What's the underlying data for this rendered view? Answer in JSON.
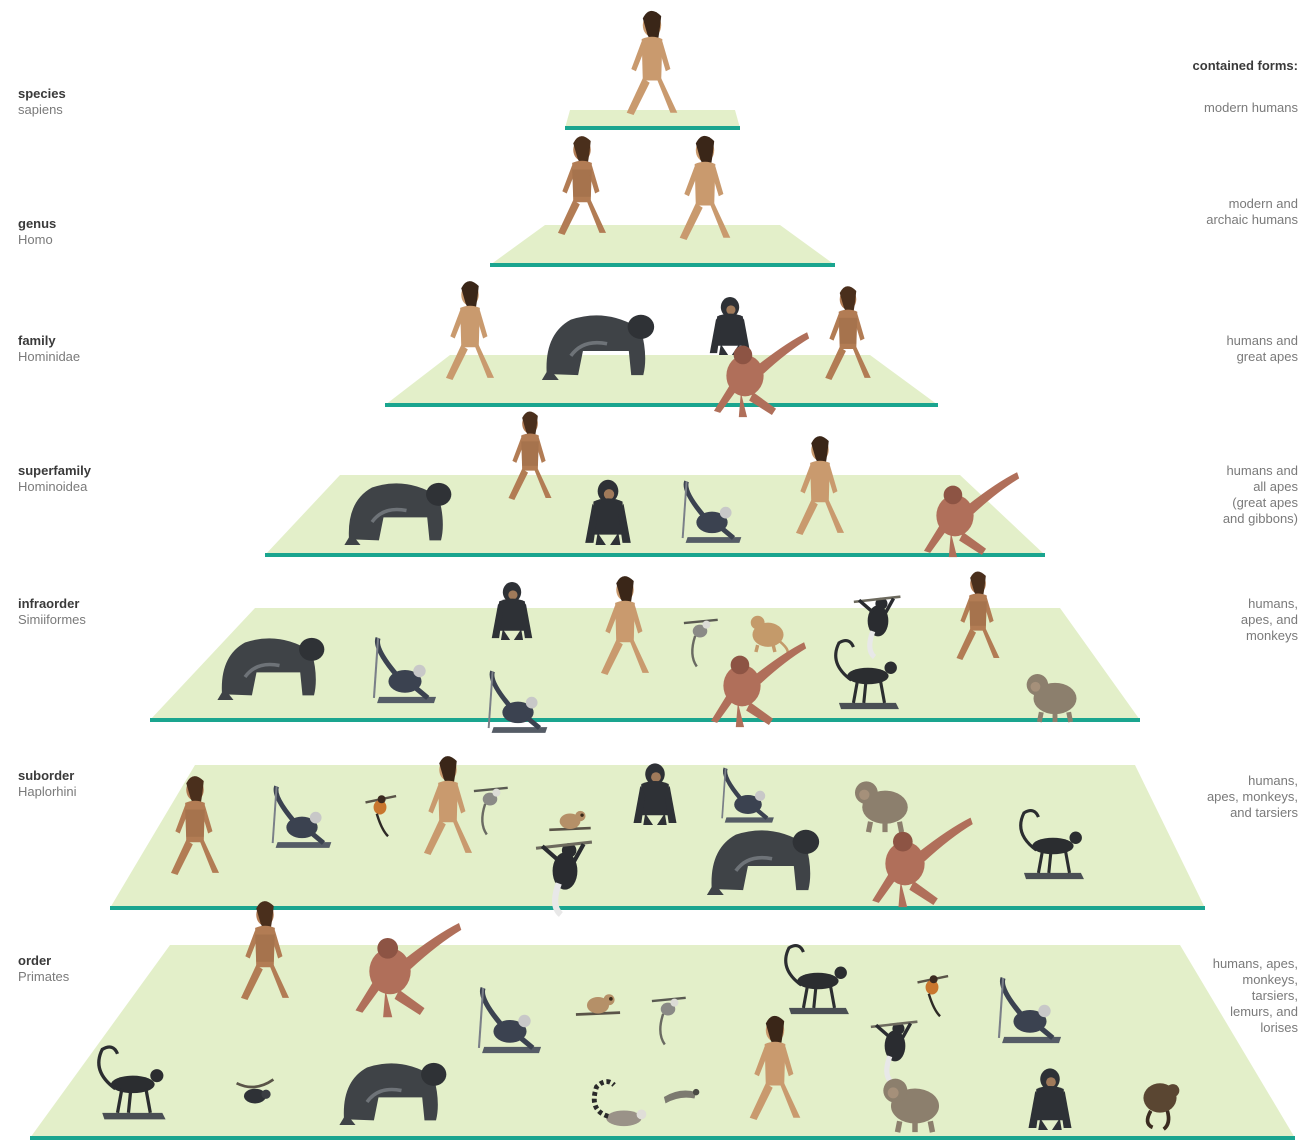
{
  "forms_heading": "contained forms:",
  "colors": {
    "tier_fill": "#e3efc9",
    "tier_line": "#1aa58f",
    "human_skin": "#c99a6e",
    "human_hair": "#3a2618",
    "gorilla": "#3f4347",
    "chimp": "#2e3136",
    "orangutan": "#b06f5a",
    "gibbon": "#3b4250",
    "monkey": "#c49a6a",
    "macaque": "#8c7f6d"
  },
  "tiers": [
    {
      "rank": "species",
      "taxon": "sapiens",
      "forms": [
        "modern humans"
      ],
      "figures": [
        "human"
      ]
    },
    {
      "rank": "genus",
      "taxon": "Homo",
      "forms": [
        "modern and",
        "archaic humans"
      ],
      "figures": [
        "archaic-human",
        "human"
      ]
    },
    {
      "rank": "family",
      "taxon": "Hominidae",
      "forms": [
        "humans and",
        "great apes"
      ],
      "figures": [
        "human",
        "gorilla",
        "chimpanzee",
        "orangutan",
        "archaic-human"
      ]
    },
    {
      "rank": "superfamily",
      "taxon": "Hominoidea",
      "forms": [
        "humans and",
        "all apes",
        "(great apes",
        "and gibbons)"
      ],
      "figures": [
        "gorilla",
        "archaic-human",
        "chimpanzee",
        "gibbon",
        "human",
        "orangutan"
      ]
    },
    {
      "rank": "infraorder",
      "taxon": "Simiiformes",
      "forms": [
        "humans,",
        "apes, and",
        "monkeys"
      ],
      "figures": [
        "gorilla",
        "gibbon",
        "chimpanzee",
        "gibbon",
        "human",
        "marmoset",
        "monkey",
        "orangutan",
        "colobus",
        "spider-monkey",
        "archaic-human",
        "macaque"
      ]
    },
    {
      "rank": "suborder",
      "taxon": "Haplorhini",
      "forms": [
        "humans,",
        "apes, monkeys,",
        "and tarsiers"
      ],
      "figures": [
        "archaic-human",
        "gibbon",
        "tamarin",
        "human",
        "marmoset",
        "tarsier",
        "chimpanzee",
        "colobus",
        "gibbon",
        "macaque",
        "gorilla",
        "orangutan",
        "spider-monkey"
      ]
    },
    {
      "rank": "order",
      "taxon": "Primates",
      "forms": [
        "humans, apes,",
        "monkeys,",
        "tarsiers,",
        "lemurs, and",
        "lorises"
      ],
      "figures": [
        "archaic-human",
        "orangutan",
        "gibbon",
        "tarsier",
        "marmoset",
        "spider-monkey",
        "tamarin",
        "gibbon",
        "colobus",
        "spider-monkey",
        "loris",
        "gorilla",
        "ring-tailed-lemur",
        "sifaka",
        "human",
        "macaque",
        "chimpanzee",
        "potto"
      ]
    }
  ]
}
